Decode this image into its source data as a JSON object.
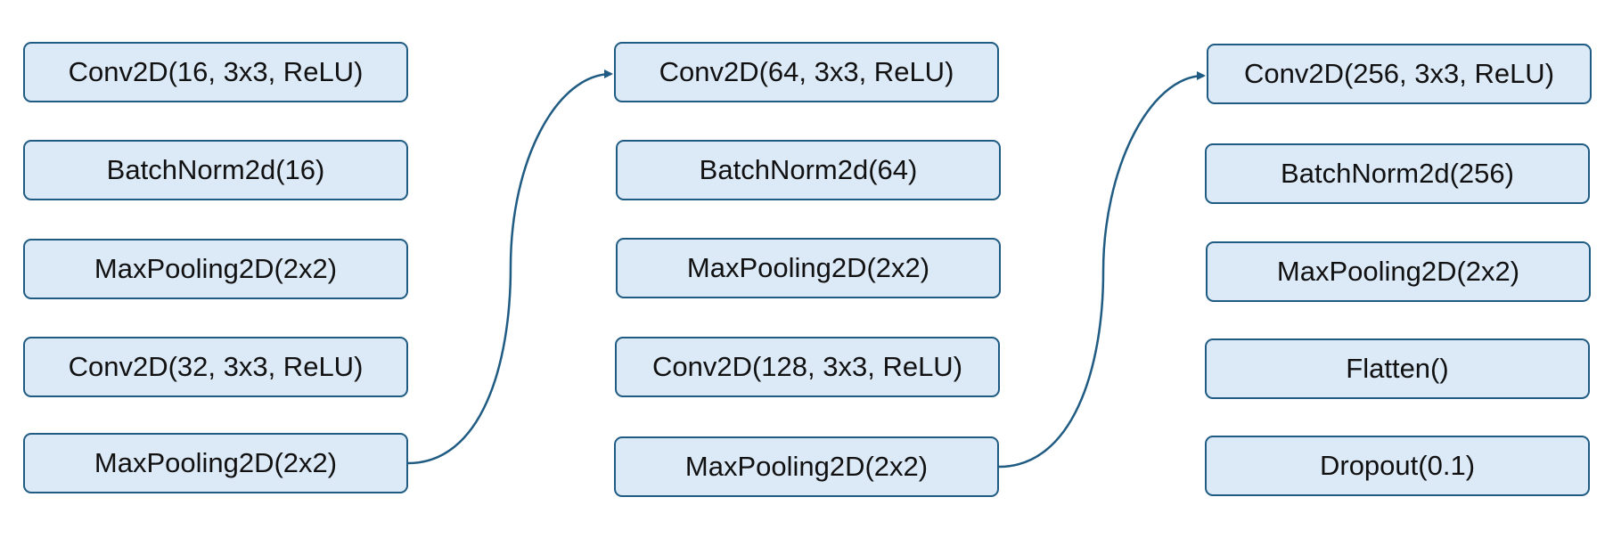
{
  "diagram": {
    "columns": [
      {
        "layers": [
          "Conv2D(16, 3x3, ReLU)",
          "BatchNorm2d(16)",
          "MaxPooling2D(2x2)",
          "Conv2D(32, 3x3, ReLU)",
          "MaxPooling2D(2x2)"
        ]
      },
      {
        "layers": [
          "Conv2D(64, 3x3, ReLU)",
          "BatchNorm2d(64)",
          "MaxPooling2D(2x2)",
          "Conv2D(128, 3x3, ReLU)",
          "MaxPooling2D(2x2)"
        ]
      },
      {
        "layers": [
          "Conv2D(256, 3x3, ReLU)",
          "BatchNorm2d(256)",
          "MaxPooling2D(2x2)",
          "Flatten()",
          "Dropout(0.1)"
        ]
      }
    ],
    "connections": [
      {
        "from": "column-1-layer-5",
        "to": "column-2-layer-1"
      },
      {
        "from": "column-2-layer-5",
        "to": "column-3-layer-1"
      }
    ]
  },
  "colors": {
    "box_fill": "#dce9f7",
    "box_border": "#1f5b82",
    "connector": "#1f5b82",
    "text": "#111111"
  }
}
